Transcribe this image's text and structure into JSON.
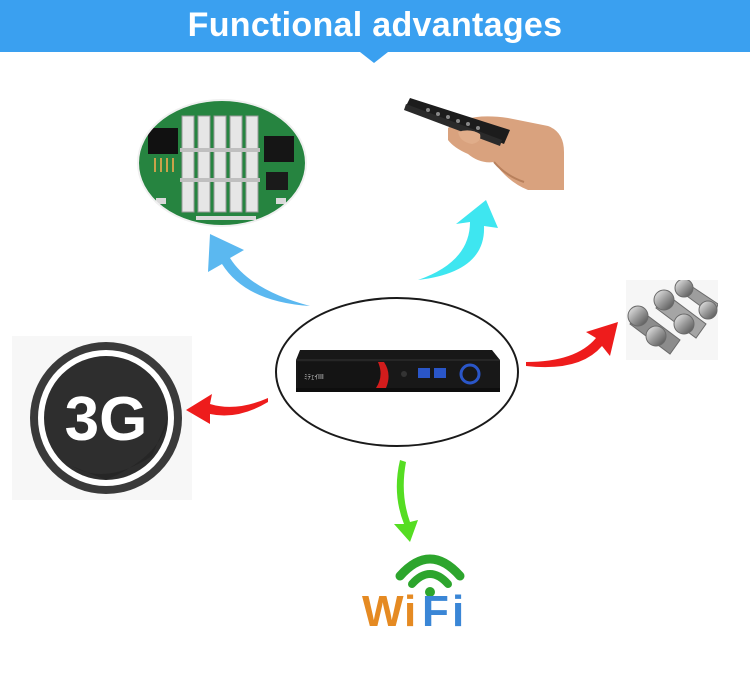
{
  "banner": {
    "title": "Functional advantages"
  },
  "center_device": {
    "brand_label": "ﾐﾃｪｲIII",
    "icon": "dvr-recorder"
  },
  "features": [
    {
      "name": "heat-sink",
      "icon": "circuit-board-heatsink"
    },
    {
      "name": "remote-control",
      "icon": "hand-remote"
    },
    {
      "name": "metal-case",
      "icon": "steel-rods"
    },
    {
      "name": "3g",
      "icon": "3g-badge",
      "text": "3G"
    },
    {
      "name": "wifi",
      "icon": "wifi-logo",
      "letters": [
        "W",
        "i",
        "F",
        "i"
      ]
    }
  ],
  "colors": {
    "banner": "#3aa0f0",
    "arrow_blue": "#5bb8f0",
    "arrow_cyan": "#3ee6f0",
    "arrow_red": "#ee1c1c",
    "arrow_green": "#55dd22",
    "wifi_orange": "#e58a22",
    "wifi_blue": "#3a86d6",
    "wifi_green": "#2da52d"
  }
}
